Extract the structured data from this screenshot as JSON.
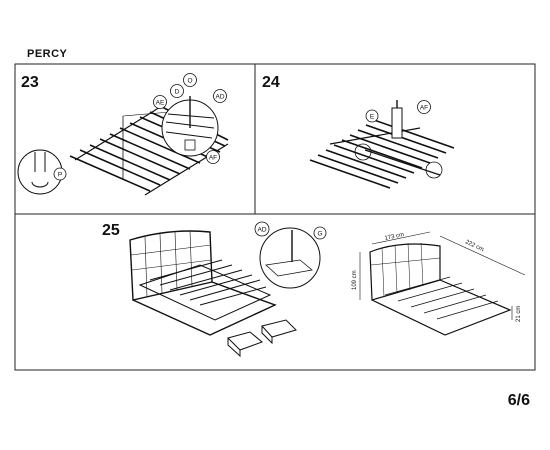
{
  "header": {
    "title": "PERCY"
  },
  "footer": {
    "page": "6/6"
  },
  "steps": [
    {
      "number": "23",
      "labels": [
        "AE",
        "D",
        "O",
        "AD",
        "AF",
        "P"
      ]
    },
    {
      "number": "24",
      "labels": [
        "E",
        "AF"
      ]
    },
    {
      "number": "25",
      "labels": [
        "AD",
        "G"
      ]
    }
  ],
  "dimensions": {
    "width": "173 cm",
    "length": "222 cm",
    "height": "109 cm",
    "side": "21 cm"
  }
}
